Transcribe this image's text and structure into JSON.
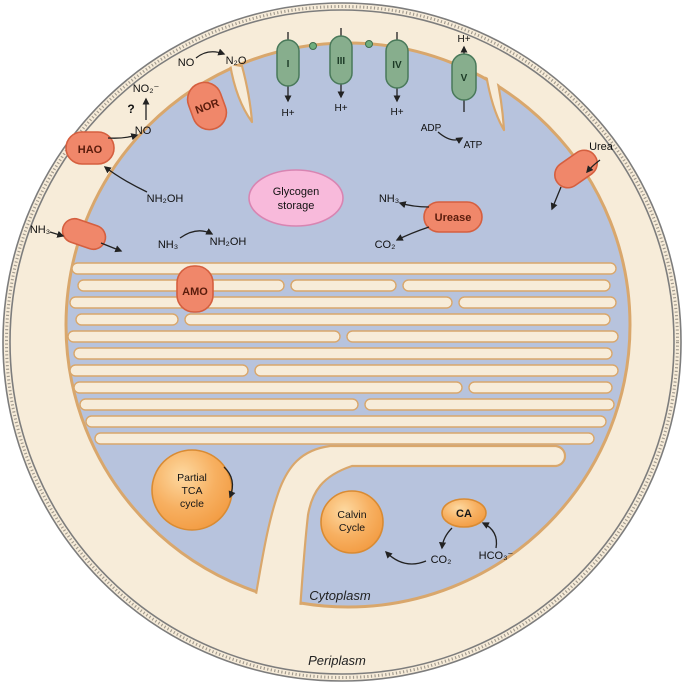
{
  "colors": {
    "periplasm": "#f7ecd9",
    "cytoplasm": "#b7c3dd",
    "membrane": "#d9a76c",
    "protein": "#f0876a",
    "protein_stroke": "#d55f3f",
    "protein_label": "#5a1c0c",
    "complex": "#87ae8d",
    "complex_stroke": "#49795a",
    "complex_label": "#1c3a26",
    "glycogen": "#f8badb",
    "glycogen_stroke": "#d885b2",
    "cycle_light": "#fdd9a1",
    "cycle_mid": "#f7b061",
    "cycle_dark": "#f29a40",
    "cycle_stroke": "#d98b33",
    "envelope": "#7d7d7d"
  },
  "compartments": {
    "cytoplasm": "Cytoplasm",
    "periplasm": "Periplasm"
  },
  "proteins": {
    "nor": "NOR",
    "hao": "HAO",
    "amo": "AMO",
    "urease": "Urease",
    "ca": "CA"
  },
  "complexes": {
    "i": "I",
    "iii": "III",
    "iv": "IV",
    "v": "V"
  },
  "storage": {
    "glycogen_line1": "Glycogen",
    "glycogen_line2": "storage"
  },
  "cycles": {
    "tca": [
      "Partial",
      "TCA",
      "cycle"
    ],
    "calvin": [
      "Calvin",
      "Cycle"
    ]
  },
  "molecules": {
    "no_nor": "NO",
    "n2o": "N₂O",
    "no2": "NO₂⁻",
    "question_mark": "?",
    "no_intermediate": "NO",
    "nh2oh_hao": "NH₂OH",
    "nh3_external": "NH₃",
    "nh3_amo": "NH₃",
    "nh2oh_amo": "NH₂OH",
    "nh3_urease": "NH₃",
    "co2_urease": "CO₂",
    "urea": "Urea",
    "h_plus_i": "H+",
    "h_plus_iii": "H+",
    "h_plus_iv": "H+",
    "h_plus_v": "H+",
    "adp": "ADP",
    "atp": "ATP",
    "co2_fix": "CO₂",
    "hco3": "HCO₃⁻"
  }
}
